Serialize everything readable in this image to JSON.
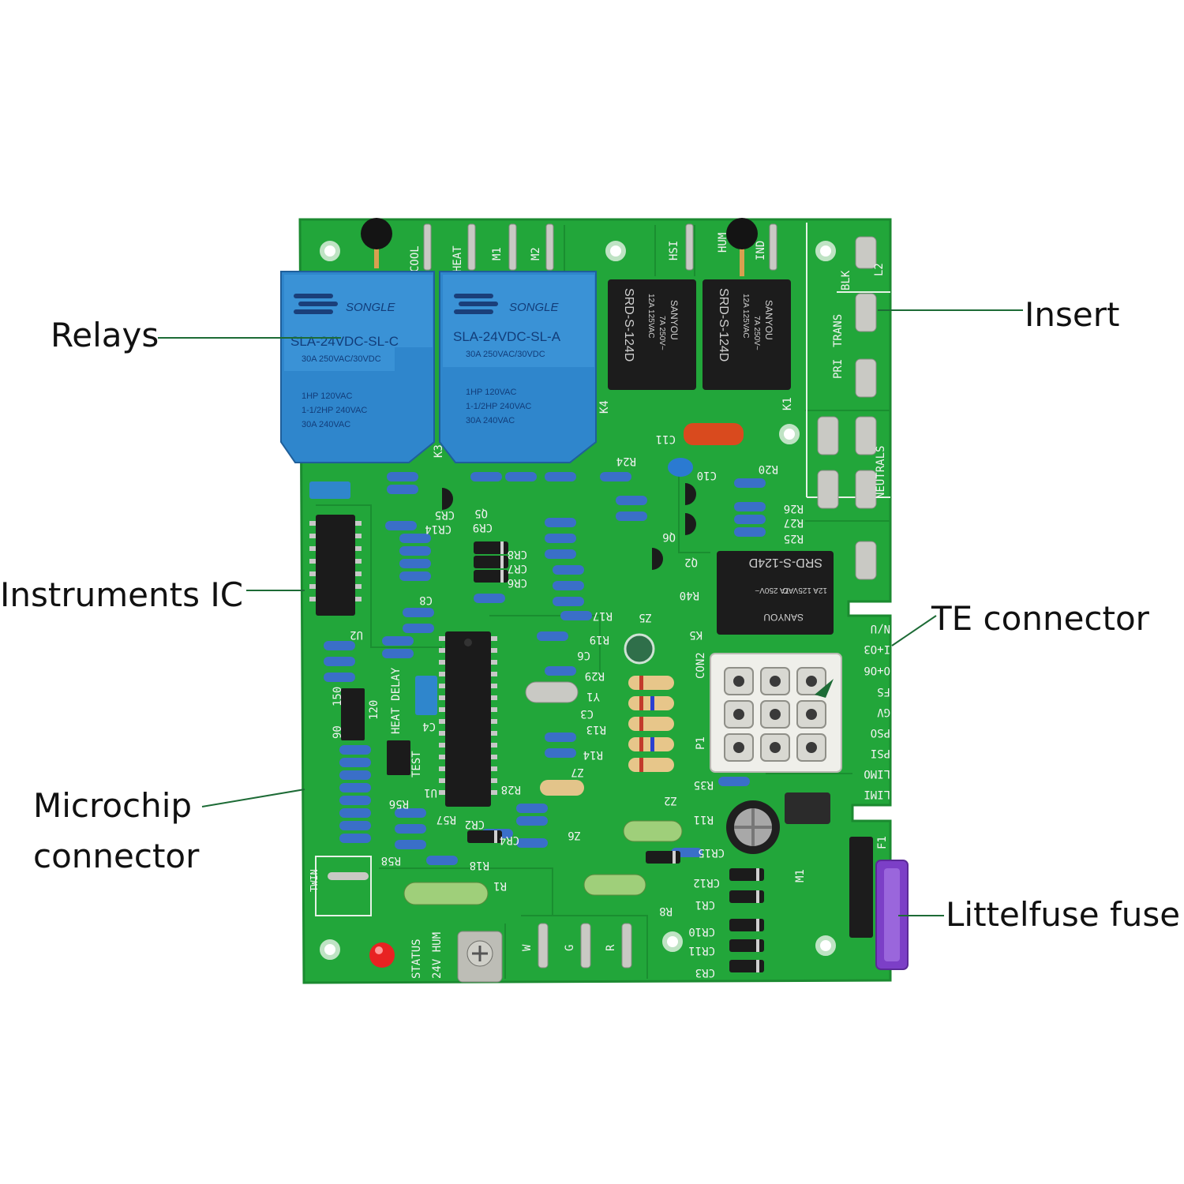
{
  "callouts": {
    "relays": "Relays",
    "insert": "Insert",
    "instruments_ic": "Instruments IC",
    "te_connector": "TE connector",
    "microchip_connector_line1": "Microchip",
    "microchip_connector_line2": "connector",
    "littelfuse_fuse": "Littelfuse fuse"
  },
  "board": {
    "top_terminals": [
      "COOL",
      "HEAT",
      "M1",
      "M2",
      "HSI",
      "HUM",
      "IND"
    ],
    "right_terminals": [
      "L2",
      "BLK",
      "TRANS",
      "PRI",
      "NEUTRALS"
    ],
    "right_pins": [
      "N/U",
      "I+O3",
      "O+O6",
      "FS",
      "GV",
      "PSO",
      "PSI",
      "LIMO",
      "LIMI"
    ],
    "bottom_terminals": [
      "W",
      "G",
      "R"
    ],
    "bottom_labels": [
      "STATUS",
      "24V HUM",
      "TWIN"
    ],
    "heat_delay": "HEAT DELAY",
    "heat_delay_options": [
      "150",
      "120",
      "90"
    ],
    "test": "TEST",
    "relay_c": {
      "brand": "SONGLE",
      "model": "SLA-24VDC-SL-C",
      "ratings": [
        "30A 250VAC/30VDC",
        "1HP 120VAC",
        "1-1/2HP 240VAC",
        "30A 240VAC"
      ]
    },
    "relay_a": {
      "brand": "SONGLE",
      "model": "SLA-24VDC-SL-A",
      "ratings": [
        "30A 250VAC/30VDC",
        "1HP 120VAC",
        "1-1/2HP 240VAC",
        "30A 240VAC"
      ]
    },
    "black_relay": {
      "brand": "SANYOU",
      "model": "SRD-S-124D",
      "ratings": [
        "12A 125VAC",
        "7A 250V~"
      ]
    },
    "refs": [
      "K4",
      "K3",
      "K1",
      "K5",
      "U1",
      "U2",
      "Y1",
      "CON2",
      "P1",
      "C11",
      "C10",
      "C6",
      "C3",
      "C4",
      "C8",
      "CR5",
      "CR14",
      "CR9",
      "CR8",
      "CR7",
      "CR6",
      "Q5",
      "Q6",
      "Q2",
      "R24",
      "R20",
      "R26",
      "R27",
      "R25",
      "R40",
      "R17",
      "R19",
      "R29",
      "R13",
      "R14",
      "R28",
      "Z7",
      "Z6",
      "Z5",
      "Z2",
      "R35",
      "R11",
      "CR15",
      "CR12",
      "CR1",
      "CR10",
      "CR11",
      "CR3",
      "R8",
      "R1",
      "R58",
      "R18",
      "R56",
      "R57",
      "CR2",
      "CR4",
      "M1",
      "F1"
    ],
    "colors": {
      "pcb": "#22a63a",
      "trace": "#1c8f31",
      "relay_blue": "#2f86cc",
      "relay_black": "#1c1c1c",
      "connector": "#eeeeea",
      "fuse": "#7c3fc7",
      "leader": "#1d6b36"
    }
  }
}
